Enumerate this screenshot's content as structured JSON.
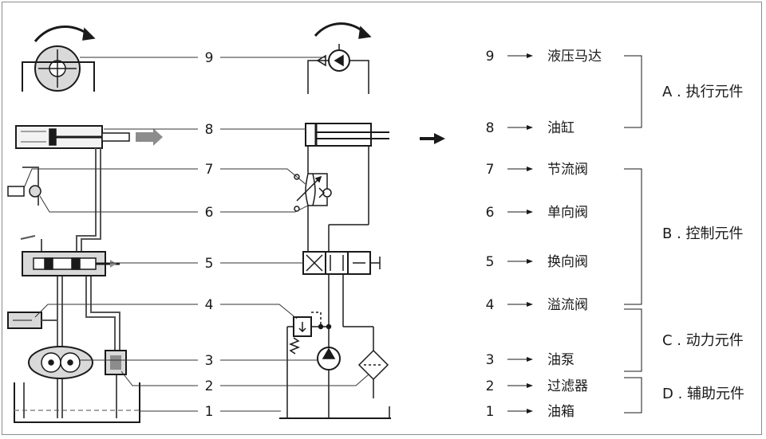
{
  "callouts": [
    "9",
    "8",
    "7",
    "6",
    "5",
    "4",
    "3",
    "2",
    "1"
  ],
  "legend": {
    "items": [
      {
        "num": "9",
        "name": "液压马达"
      },
      {
        "num": "8",
        "name": "油缸"
      },
      {
        "num": "7",
        "name": "节流阀"
      },
      {
        "num": "6",
        "name": "单向阀"
      },
      {
        "num": "5",
        "name": "换向阀"
      },
      {
        "num": "4",
        "name": "溢流阀"
      },
      {
        "num": "3",
        "name": "油泵"
      },
      {
        "num": "2",
        "name": "过滤器"
      },
      {
        "num": "1",
        "name": "油箱"
      }
    ],
    "groups": [
      {
        "label": "A . 执行元件"
      },
      {
        "label": "B . 控制元件"
      },
      {
        "label": "C . 动力元件"
      },
      {
        "label": "D . 辅助元件"
      }
    ]
  },
  "colors": {
    "line": "#1a1a1a",
    "pipe": "#555555",
    "fill_light": "#d9d9d9",
    "fill_mid": "#a6a6a6"
  }
}
